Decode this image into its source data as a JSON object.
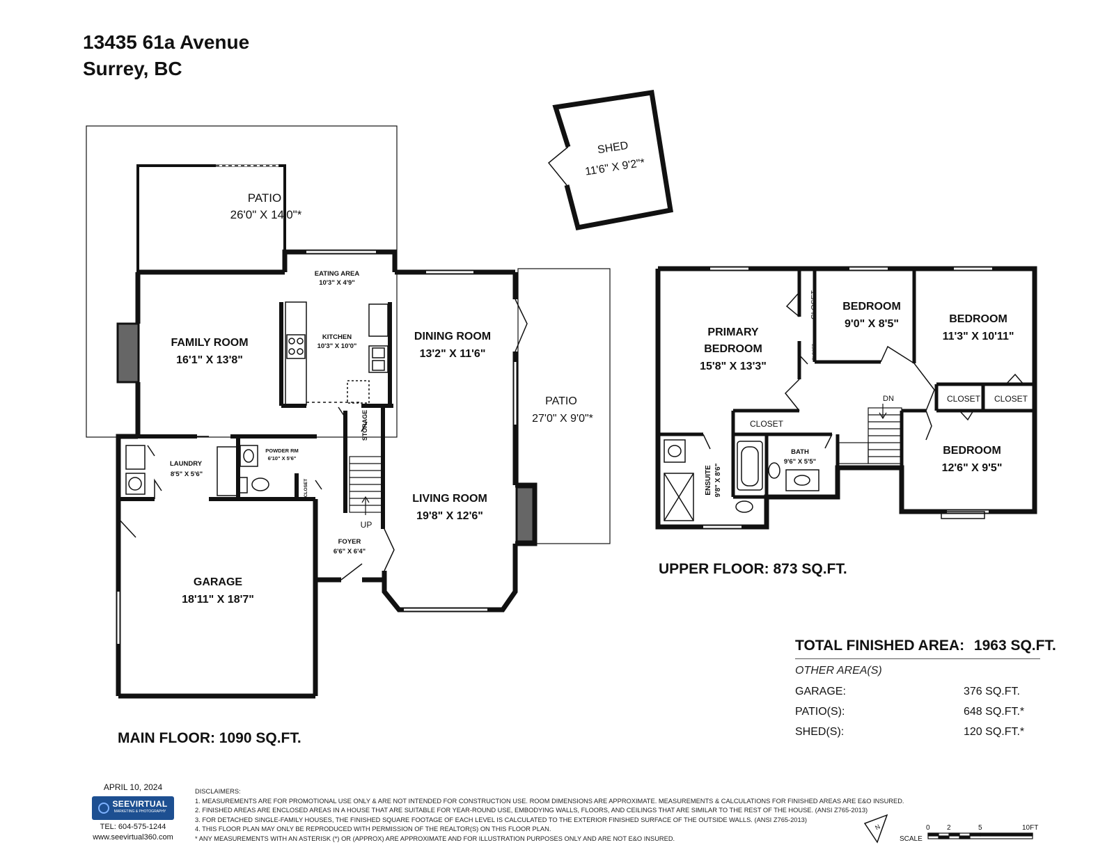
{
  "header": {
    "address_line1": "13435 61a Avenue",
    "address_line2": "Surrey, BC"
  },
  "rooms": {
    "patio_top": {
      "name": "PATIO",
      "dims": "26'0\" X 14'0\"*"
    },
    "eating_area": {
      "name": "EATING AREA",
      "dims": "10'3\" X 4'9\""
    },
    "family_room": {
      "name": "FAMILY ROOM",
      "dims": "16'1\" X 13'8\""
    },
    "kitchen": {
      "name": "KITCHEN",
      "dims": "10'3\" X 10'0\""
    },
    "dining_room": {
      "name": "DINING ROOM",
      "dims": "13'2\" X 11'6\""
    },
    "patio_right": {
      "name": "PATIO",
      "dims": "27'0\" X 9'0\"*"
    },
    "storage": {
      "name": "STORAGE"
    },
    "laundry": {
      "name": "LAUNDRY",
      "dims": "8'5\" X 5'6\""
    },
    "powder_rm": {
      "name": "POWDER RM",
      "dims": "6'10\" X 5'6\""
    },
    "closet_main": {
      "name": "CLOSET"
    },
    "up": {
      "name": "UP"
    },
    "living_room": {
      "name": "LIVING ROOM",
      "dims": "19'8\" X 12'6\""
    },
    "foyer": {
      "name": "FOYER",
      "dims": "6'6\" X 6'4\""
    },
    "garage": {
      "name": "GARAGE",
      "dims": "18'11\" X 18'7\""
    },
    "shed": {
      "name": "SHED",
      "dims": "11'6\" X 9'2\"*"
    },
    "primary_bedroom": {
      "line1": "PRIMARY",
      "line2": "BEDROOM",
      "dims": "15'8\" X 13'3\""
    },
    "closet_u1": {
      "name": "CLOSET"
    },
    "closet_u2": {
      "name": "CLOSET"
    },
    "bedroom_1": {
      "name": "BEDROOM",
      "dims": "9'0\" X 8'5\""
    },
    "bedroom_2": {
      "name": "BEDROOM",
      "dims": "11'3\" X 10'11\""
    },
    "dn": {
      "name": "DN"
    },
    "closet_u3": {
      "name": "CLOSET"
    },
    "closet_u4": {
      "name": "CLOSET"
    },
    "closet_u5": {
      "name": "CLOSET"
    },
    "bath": {
      "name": "BATH",
      "dims": "9'6\" X 5'5\""
    },
    "ensuite": {
      "name": "ENSUITE",
      "dims": "9'8\" X 8'6\""
    },
    "bedroom_3": {
      "name": "BEDROOM",
      "dims": "12'6\" X 9'5\""
    }
  },
  "floors": {
    "main": "MAIN FLOOR: 1090 SQ.FT.",
    "upper": "UPPER FLOOR: 873 SQ.FT."
  },
  "totals": {
    "label": "TOTAL FINISHED AREA:",
    "value": "1963 SQ.FT.",
    "other_heading": "OTHER AREA(S)",
    "rows": [
      {
        "label": "GARAGE:",
        "value": "376 SQ.FT."
      },
      {
        "label": "PATIO(S):",
        "value": "648 SQ.FT.*"
      },
      {
        "label": "SHED(S):",
        "value": "120 SQ.FT.*"
      }
    ]
  },
  "footer": {
    "date": "APRIL 10, 2024",
    "logo_name": "SEEVIRTUAL",
    "logo_tagline": "MARKETING & PHOTOGRAPHY",
    "tel": "TEL: 604-575-1244",
    "web": "www.seevirtual360.com",
    "disclaimers_title": "DISCLAIMERS:",
    "disclaimers": [
      "1. MEASUREMENTS ARE FOR PROMOTIONAL USE ONLY & ARE NOT INTENDED FOR CONSTRUCTION USE. ROOM DIMENSIONS ARE APPROXIMATE. MEASUREMENTS & CALCULATIONS FOR FINISHED AREAS ARE E&O INSURED.",
      "2. FINISHED AREAS ARE ENCLOSED AREAS IN A HOUSE THAT ARE SUITABLE FOR YEAR-ROUND USE, EMBODYING WALLS, FLOORS, AND CEILINGS THAT ARE SIMILAR TO THE REST OF THE HOUSE. (ANSI Z765-2013)",
      "3. FOR DETACHED SINGLE-FAMILY HOUSES, THE FINISHED SQUARE FOOTAGE OF EACH LEVEL IS CALCULATED TO THE EXTERIOR FINISHED SURFACE OF THE OUTSIDE WALLS. (ANSI Z765-2013)",
      "4. THIS FLOOR PLAN MAY ONLY BE REPRODUCED WITH PERMISSION OF THE REALTOR(S) ON THIS FLOOR PLAN.",
      "* ANY MEASUREMENTS WITH AN ASTERISK (*) OR (APPROX) ARE APPROXIMATE AND FOR ILLUSTRATION PURPOSES ONLY AND ARE NOT E&O INSURED."
    ],
    "north": "N",
    "scale_label": "SCALE",
    "scale_ticks": [
      "0",
      "2",
      "5",
      "10FT"
    ]
  }
}
